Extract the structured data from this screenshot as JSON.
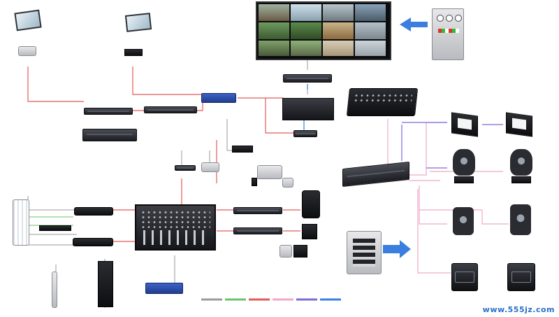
{
  "watermark": "www.555jz.com",
  "colors": {
    "background": "#ffffff",
    "line_red": "#e25a5a",
    "line_pink": "#f0a8c8",
    "line_purple": "#7d6bd6",
    "line_grey": "#9a9a9a",
    "line_green": "#6ac46a",
    "arrow_blue": "#3a7fe0"
  },
  "devices": [
    "touchscreen-tablet",
    "wireless-access-point",
    "network-switch",
    "rack-server",
    "video-wall",
    "control-cabinet",
    "video-processor",
    "media-server",
    "lighting-console",
    "dmx-splitter",
    "mixing-console",
    "power-amplifier",
    "speaker",
    "stage-monitor",
    "flight-case",
    "moving-head-light",
    "par-led-panel"
  ]
}
